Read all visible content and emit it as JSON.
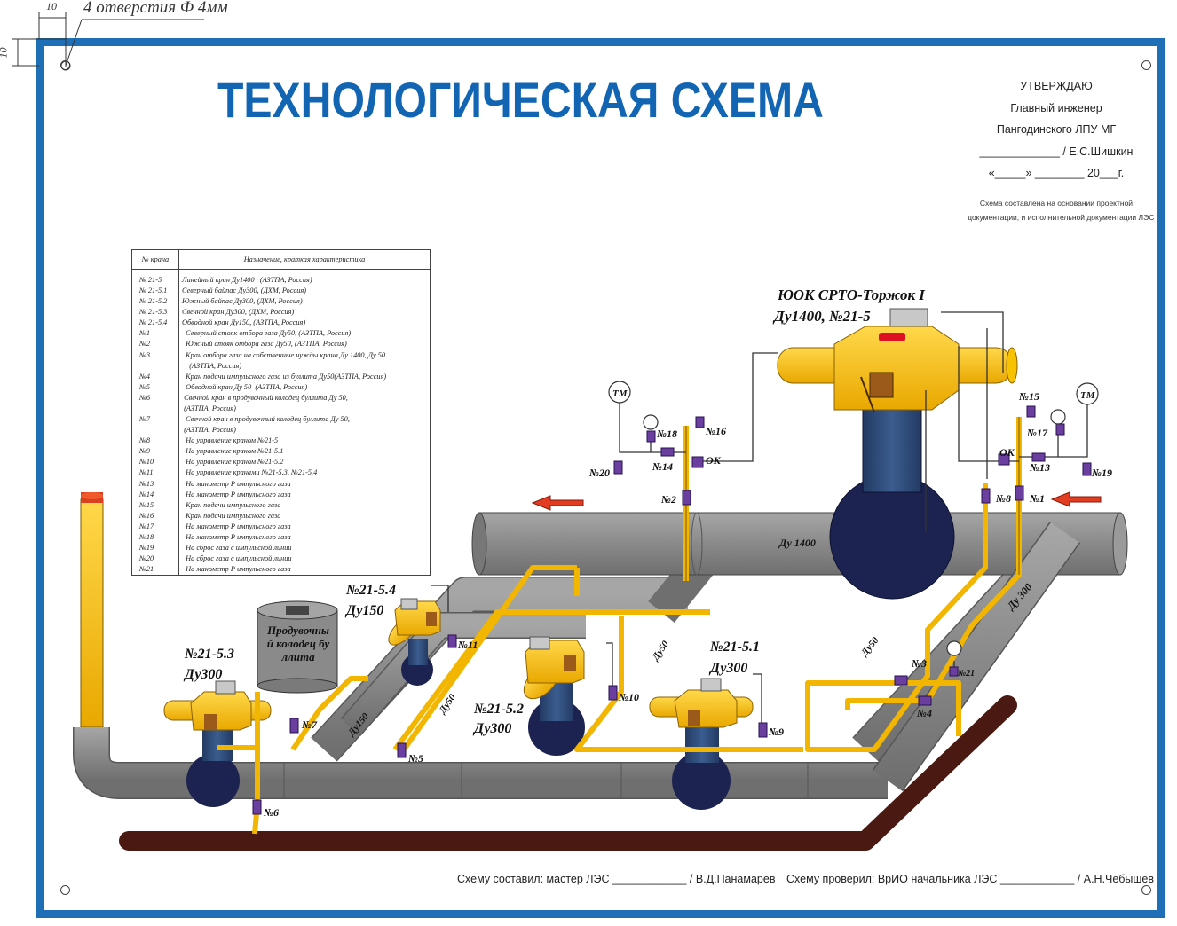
{
  "title": "ТЕХНОЛОГИЧЕСКАЯ СХЕМА",
  "dimension_note": {
    "text": "4 отверстия Ф 4мм",
    "dim_h": "10",
    "dim_v": "10"
  },
  "approval": {
    "line1": "УТВЕРЖДАЮ",
    "line2": "Главный инженер",
    "line3": "Пангодинского ЛПУ МГ",
    "line4": "_____________ / Е.С.Шишкин",
    "line5": "«_____» ________ 20___г.",
    "note1": "Схема составлена на основании проектной",
    "note2": "документации, и исполнительной документации ЛЭС"
  },
  "legend": {
    "col1": "№ крана",
    "col2": "Назначение, краткая характеристика",
    "rows": [
      {
        "n": "№ 21-5",
        "d": "Линейный кран Ду1400 , (АЗТПА, Россия)"
      },
      {
        "n": "№ 21-5.1",
        "d": "Северный байпас Ду300, (ДХМ, Россия)"
      },
      {
        "n": "№ 21-5.2",
        "d": "Южный байпас Ду300, (ДХМ, Россия)"
      },
      {
        "n": "№ 21-5.3",
        "d": "Свечной кран Ду300, (ДХМ, Россия)"
      },
      {
        "n": "№ 21-5.4",
        "d": "Обводной кран Ду150, (АЗТПА, Россия)"
      },
      {
        "n": "№1",
        "d": "  Северный стояк отбора газа Ду50, (АЗТПА, Россия)"
      },
      {
        "n": "№2",
        "d": "  Южный стояк отбора газа Ду50, (АЗТПА, Россия)"
      },
      {
        "n": "№3",
        "d": "  Кран отбора газа на собственные нужды крана Ду 1400, Ду 50"
      },
      {
        "n": "",
        "d": "    (АЗТПА, Россия)"
      },
      {
        "n": "№4",
        "d": "  Кран подачи импульсного газа из буллита Ду50(АЗТПА, Россия)"
      },
      {
        "n": "№5",
        "d": "  Обводной кран Ду 50  (АЗТПА, Россия)"
      },
      {
        "n": "№6",
        "d": " Свечной кран в продувочный колодец буллита Ду 50,"
      },
      {
        "n": "",
        "d": " (АЗТПА, Россия)"
      },
      {
        "n": "№7",
        "d": "  Свечной кран в продувочный колодец буллита Ду 50,"
      },
      {
        "n": "",
        "d": " (АЗТПА, Россия)"
      },
      {
        "n": "№8",
        "d": "  На управление краном №21-5"
      },
      {
        "n": "№9",
        "d": "  На управление краном №21-5.1"
      },
      {
        "n": "№10",
        "d": "  На управление краном №21-5.2"
      },
      {
        "n": "№11",
        "d": "  На управление кранами №21-5.3, №21-5.4"
      },
      {
        "n": "№13",
        "d": "  На манометр Р импульсного газа"
      },
      {
        "n": "№14",
        "d": "  На манометр Р импульсного газа"
      },
      {
        "n": "№15",
        "d": "  Кран подачи импульсного газа"
      },
      {
        "n": "№16",
        "d": "  Кран подачи импульсного газа"
      },
      {
        "n": "№17",
        "d": "  На манометр Р импульсного газа"
      },
      {
        "n": "№18",
        "d": "  На манометр Р импульсного газа"
      },
      {
        "n": "№19",
        "d": "  На сброс газа с импульсной линии"
      },
      {
        "n": "№20",
        "d": "  На сброс газа с импульсной линии"
      },
      {
        "n": "№21",
        "d": "  На манометр Р импульсного газа"
      }
    ]
  },
  "diagram": {
    "main_valve_name": "ЮОК СРТО-Торжок I",
    "main_valve_size": "Ду1400, №21-5",
    "main_pipe": "Ду 1400",
    "bypass_pipe": "Ду 300",
    "v51": "№21-5.1",
    "v51_size": "Ду300",
    "v52": "№21-5.2",
    "v52_size": "Ду300",
    "v53": "№21-5.3",
    "v53_size": "Ду300",
    "v54": "№21-5.4",
    "v54_size": "Ду150",
    "well": "Продувочный колодец буллита",
    "tm": "ТМ",
    "ok": "ОК",
    "du50": "Ду50",
    "du150": "Ду150",
    "tags": {
      "n1": "№1",
      "n2": "№2",
      "n3": "№3",
      "n4": "№4",
      "n5": "№5",
      "n6": "№6",
      "n7": "№7",
      "n8": "№8",
      "n9": "№9",
      "n10": "№10",
      "n11": "№11",
      "n13": "№13",
      "n14": "№14",
      "n15": "№15",
      "n16": "№16",
      "n17": "№17",
      "n18": "№18",
      "n19": "№19",
      "n20": "№20",
      "n21": "№21"
    }
  },
  "footer": {
    "made_by": "Схему составил: мастер ЛЭС ____________ / В.Д.Панамарев",
    "checked_by": "Схему проверил: ВрИО начальника ЛЭС ____________ / А.Н.Чебышев"
  },
  "colors": {
    "frame": "#1f6fb6",
    "title": "#1265b3",
    "pipe": "#8c8c8c",
    "gas_line": "#f2b600",
    "valve_body": "#f7c200",
    "valve_stem": "#2f4d7a",
    "valve_ball": "#1c2350",
    "ground_pipe": "#4a1a12",
    "arrow": "#e23c22"
  }
}
